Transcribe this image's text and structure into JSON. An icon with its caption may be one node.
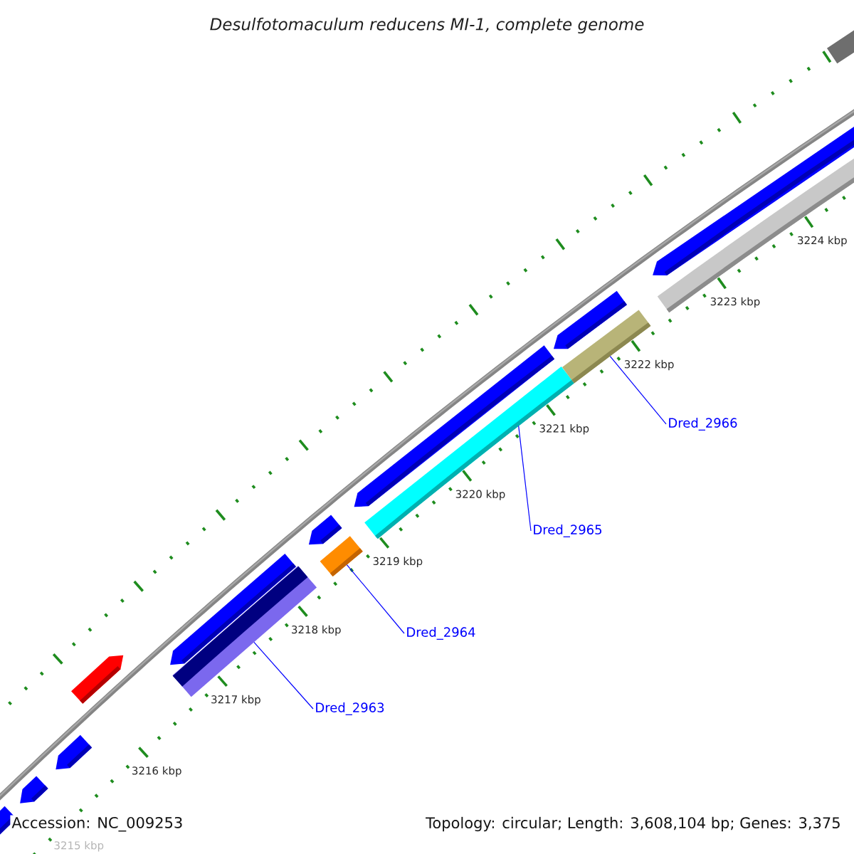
{
  "diagram": {
    "title": "Desulfotomaculum reducens MI-1, complete genome",
    "nodes": [
      {
        "text": [
          "Dred_2963"
        ]
      },
      {
        "text": [
          "Dred_2964"
        ]
      },
      {
        "text": [
          "Dred_2965"
        ]
      },
      {
        "text": [
          "Dred_2966"
        ]
      },
      {
        "text": [],
        "shape": "bar"
      },
      {
        "text": [],
        "shape": "bar"
      },
      {
        "text": [],
        "shape": "bar"
      },
      {
        "text": [],
        "shape": "bar"
      }
    ],
    "edges": [
      {
        "from": 0,
        "to": 4,
        "arrow": "none"
      },
      {
        "from": 1,
        "to": 5,
        "arrow": "none"
      },
      {
        "from": 2,
        "to": 6,
        "arrow": "none"
      },
      {
        "from": 3,
        "to": 7,
        "arrow": "none"
      }
    ],
    "labels": [
      "3224 kbp",
      "3223 kbp",
      "3222 kbp",
      "3221 kbp",
      "3220 kbp",
      "3219 kbp",
      "3218 kbp",
      "3217 kbp",
      "3216 kbp",
      "Accession: NC_009253",
      "Topology: circular; Length: 3,608,104 bp; Genes: 3,375",
      "3215 kbp"
    ]
  }
}
